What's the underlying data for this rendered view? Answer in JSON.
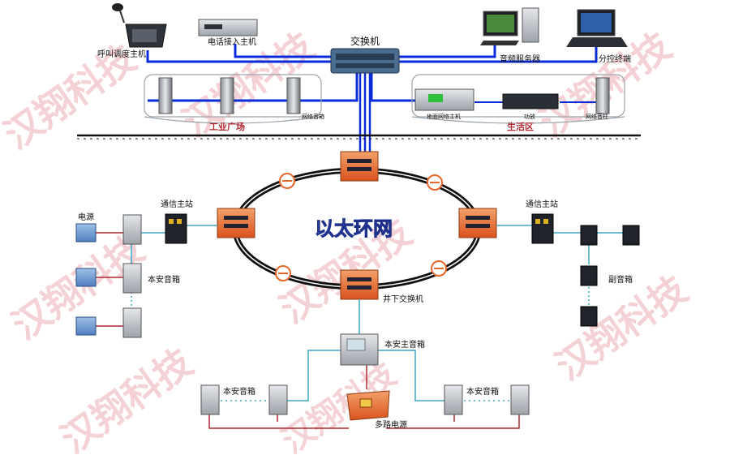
{
  "labels": {
    "dispatcher": "呼叫调度主机",
    "phone_host": "电话接入主机",
    "switch": "交换机",
    "audio_server": "音频服务器",
    "terminal": "分控终端",
    "industrial": "工业广场",
    "network_speaker": "网络音箱",
    "life": "生活区",
    "network_host": "地面网络主机",
    "amplifier": "功放",
    "column_speaker": "网络音柱",
    "ring": "以太环网",
    "comm_left": "通信主站",
    "comm_right": "通信主站",
    "power": "电源",
    "safe_speaker_left": "本安音箱",
    "sub_speaker": "副音箱",
    "underground_switch": "井下交换机",
    "safe_main_speaker": "本安主音箱",
    "safe_speaker_bl": "本安音箱",
    "safe_speaker_br": "本安音箱",
    "multi_power": "多路电源",
    "watermark": "汉翔科技"
  },
  "colors": {
    "link_blue": "#0a2cd8",
    "ring_black": "#111111",
    "cable_red": "#b0282e",
    "cable_cyan": "#3aa6c6",
    "orange": "#e8662a",
    "watermark": "#f2c9cd"
  }
}
